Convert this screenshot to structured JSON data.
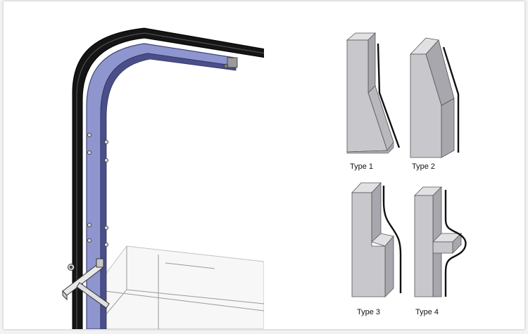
{
  "figure": {
    "types": [
      {
        "label": "Type 1"
      },
      {
        "label": "Type 2"
      },
      {
        "label": "Type 3"
      },
      {
        "label": "Type 4"
      }
    ]
  },
  "colors": {
    "background": "#ffffff",
    "outer_track": "#151515",
    "inner_track": "#8e95cf",
    "inner_track_side": "#4a4f8a",
    "block_front": "#c8c8cc",
    "block_side": "#a7a7ad",
    "block_top": "#e1e1e4",
    "wire": "#111111"
  }
}
